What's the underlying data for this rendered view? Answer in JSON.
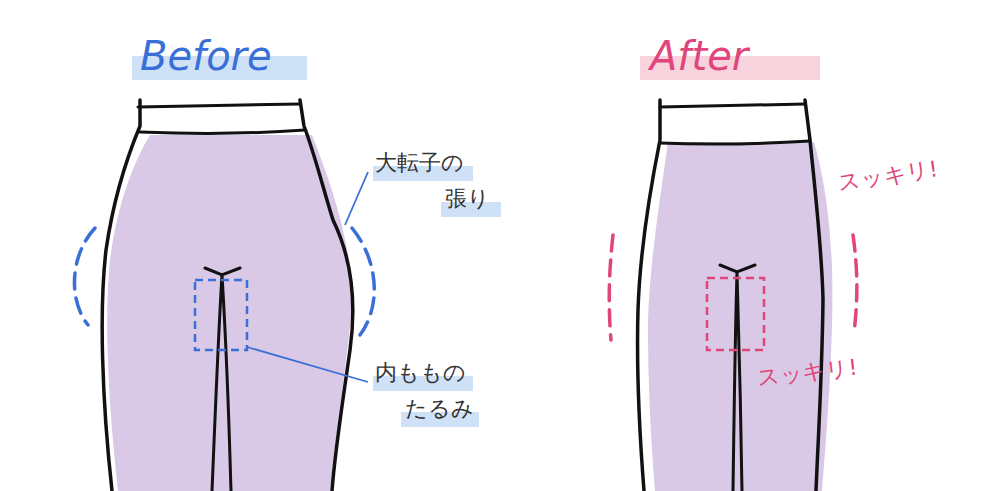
{
  "diagram": {
    "labels": [
      "Before",
      "大転子の 張り",
      "内ももの たるみ",
      "After",
      "スッキリ!",
      "スッキリ!"
    ]
  }
}
